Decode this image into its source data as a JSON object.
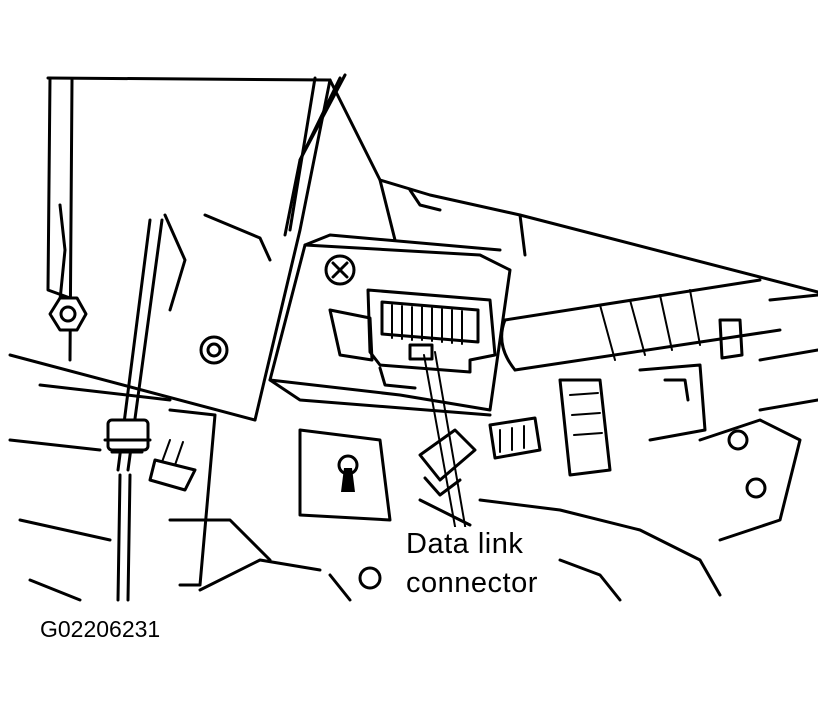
{
  "callout": {
    "line1": "Data link",
    "line2": "connector"
  },
  "figure_id": "G02206231"
}
